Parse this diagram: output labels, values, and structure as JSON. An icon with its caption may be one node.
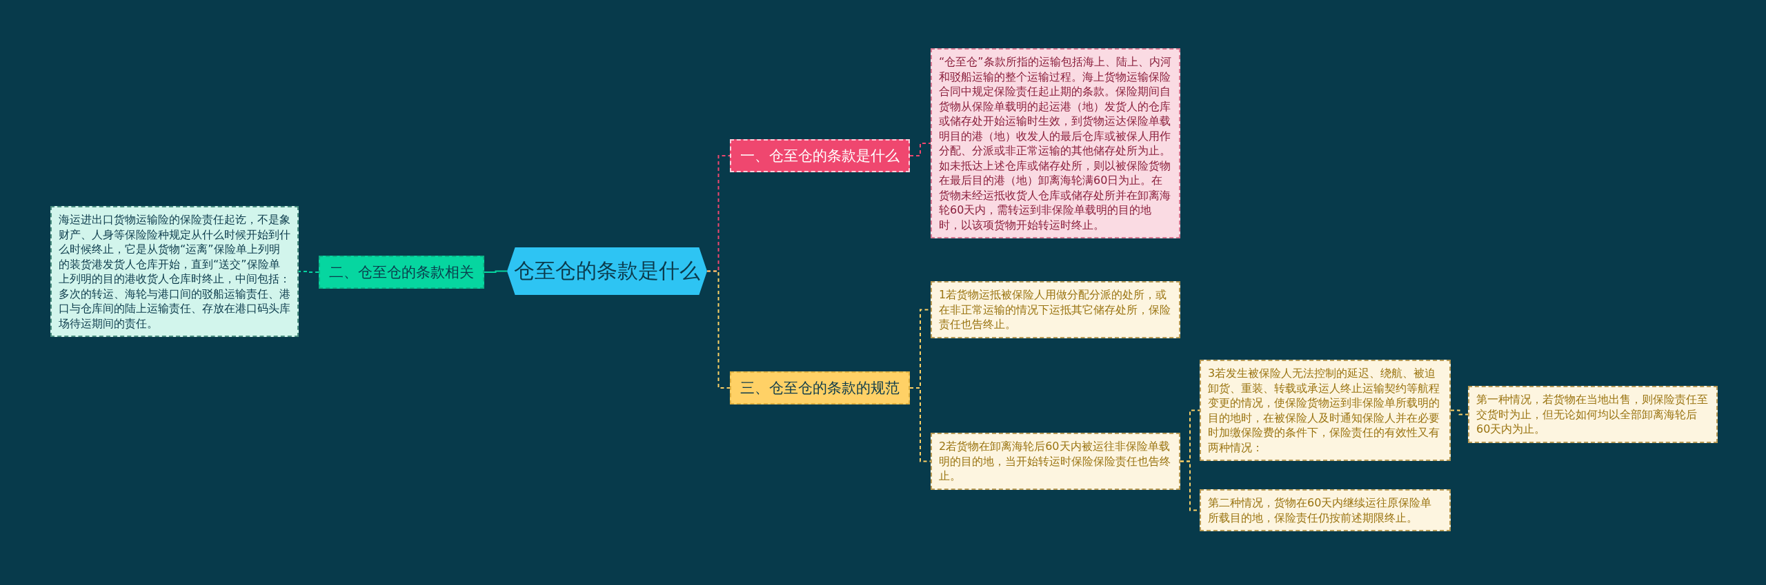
{
  "diagram": {
    "nodes": [
      {
        "text": [
          "仓至仓的条款是什么"
        ]
      },
      {
        "text": [
          "一、仓至仓的条款是什么"
        ]
      },
      {
        "text": [
          "“仓至仓”条款所指的运输包括海上、陆上、内河和驳船运输的整个运输过程。海上货物运输保险合同中规定保险责任起止期的条款。保险期间自货物从保险单载明的起运港（地）发货人的仓库或储存处开始运输时生效，到货物运达保险单载明目的港（地）收发人的最后仓库或被保人用作分配、分派或非正常运输的其他储存处所为止。如未抵达上述仓库或储存处所，则以被保险货物在最后目的港（地）卸离海轮满60日为止。在货物未经运抵收货人仓库或储存处所并在卸离海轮60天内，需转运到非保险单载明的目的地时，以该项货物开始转运时终止。"
        ]
      },
      {
        "text": [
          "二、仓至仓的条款相关"
        ]
      },
      {
        "text": [
          "海运进出口货物运输险的保险责任起讫，不是象财产、人身等保险险种规定从什么时候开始到什么时候终止，它是从货物“运离”保险单上列明的装货港发货人仓库开始，直到“送交”保险单上列明的目的港收货人仓库时终止，中间包括：多次的转运、海轮与港口间的驳船运输责任、港口与仓库间的陆上运输责任、存放在港口码头库场待运期间的责任。"
        ]
      },
      {
        "text": [
          "三、仓至仓的条款的规范"
        ]
      },
      {
        "text": [
          "1若货物运抵被保险人用做分配分派的处所，或在非正常运输的情况下运抵其它储存处所，保险责任也告终止。"
        ]
      },
      {
        "text": [
          "2若货物在卸离海轮后60天内被运往非保险单载明的目的地，当开始转运时保险保险责任也告终止。"
        ]
      },
      {
        "text": [
          "3若发生被保险人无法控制的延迟、绕航、被迫卸货、重装、转载或承运人终止运输契约等航程变更的情况，使保险货物运到非保险单所载明的目的地时，在被保险人及时通知保险人并在必要时加缴保险费的条件下，保险责任的有效性又有两种情况："
        ]
      },
      {
        "text": [
          "第一种情况，若货物在当地出售，则保险责任至交货时为止，但无论如何均以全部卸离海轮后60天内为止。"
        ]
      },
      {
        "text": [
          "第二种情况，货物在60天内继续运往原保险单所载目的地，保险责任仍按前述期限终止。"
        ]
      }
    ],
    "edges": [
      {
        "from": 0,
        "to": 1,
        "arrow": "none",
        "style": "dashed",
        "color": "#ef476f"
      },
      {
        "from": 1,
        "to": 2,
        "arrow": "none",
        "style": "dashed",
        "color": "#ef476f"
      },
      {
        "from": 0,
        "to": 3,
        "arrow": "none",
        "color": "#06d6a0"
      },
      {
        "from": 3,
        "to": 4,
        "arrow": "none",
        "style": "dashed",
        "color": "#06d6a0"
      },
      {
        "from": 0,
        "to": 5,
        "arrow": "none",
        "style": "dashed"
      },
      {
        "from": 5,
        "to": 6,
        "arrow": "none",
        "style": "dashed"
      },
      {
        "from": 5,
        "to": 7,
        "arrow": "none",
        "style": "dashed"
      },
      {
        "from": 7,
        "to": 8,
        "arrow": "none",
        "style": "dashed"
      },
      {
        "from": 8,
        "to": 9,
        "arrow": "none",
        "style": "dashed"
      },
      {
        "from": 7,
        "to": 10,
        "arrow": "none",
        "style": "dashed"
      }
    ]
  }
}
